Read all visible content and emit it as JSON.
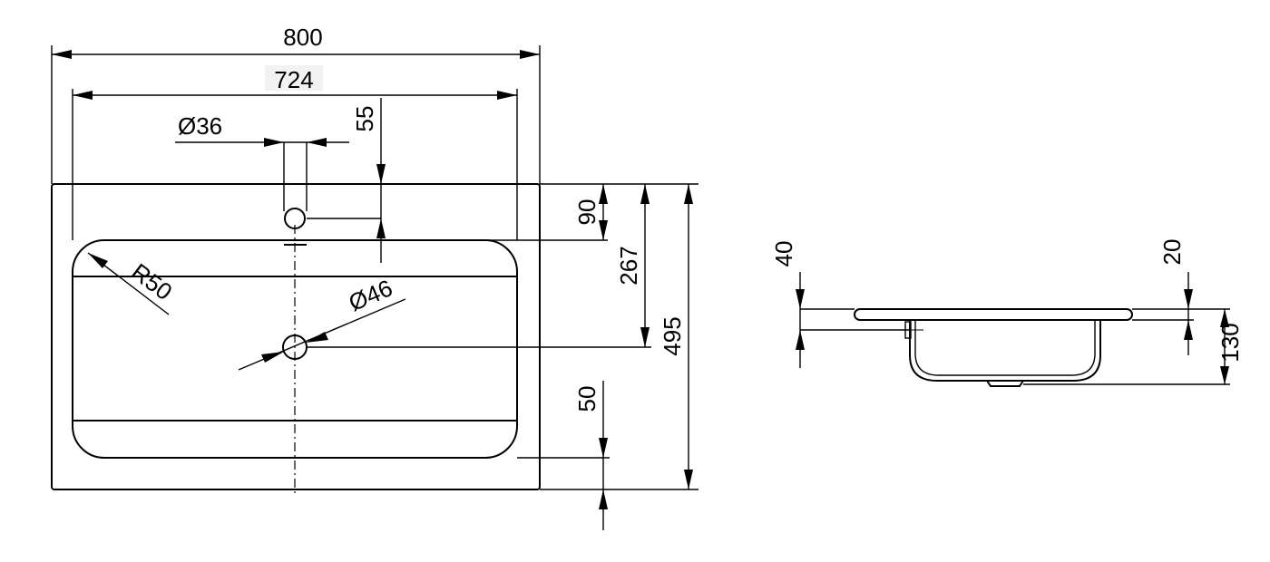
{
  "top_view": {
    "overall_width": "800",
    "inner_width": "724",
    "tap_hole_diameter": "Ø36",
    "tap_hole_offset": "55",
    "corner_radius": "R50",
    "waste_diameter": "Ø46",
    "tap_to_bowl": "90",
    "edge_to_waste": "267",
    "overall_depth": "495",
    "front_rim": "50"
  },
  "side_view": {
    "rim_height": "40",
    "rim_thickness": "20",
    "total_height": "130"
  }
}
